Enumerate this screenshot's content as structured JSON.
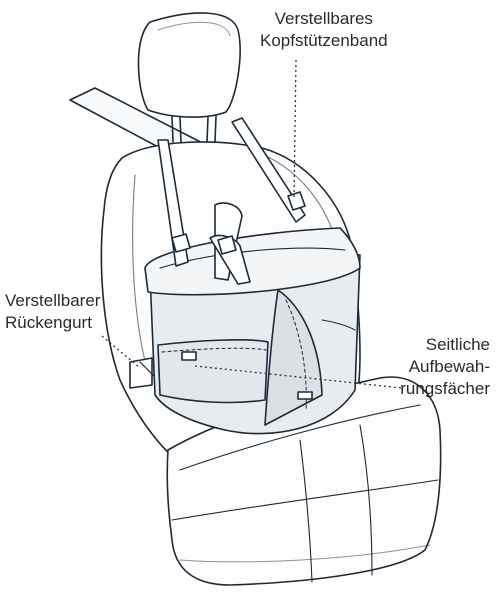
{
  "colors": {
    "line": "#1c2a3a",
    "seat_fill": "#fdfdfd",
    "seat_shade": "#eef3f8",
    "bag_fill": "#e9ecef",
    "bag_shade": "#dcdfe3",
    "strap_fill": "#ffffff",
    "leader": "#333333"
  },
  "callouts": {
    "headrest_strap": {
      "line1": "Verstellbares",
      "line2": "Kopfstützenband"
    },
    "back_strap": {
      "line1": "Verstellbarer",
      "line2": "Rückengurt"
    },
    "side_pockets": {
      "line1": "Seitliche",
      "line2": "Aufbewah-",
      "line3": "rungsfächer"
    }
  }
}
